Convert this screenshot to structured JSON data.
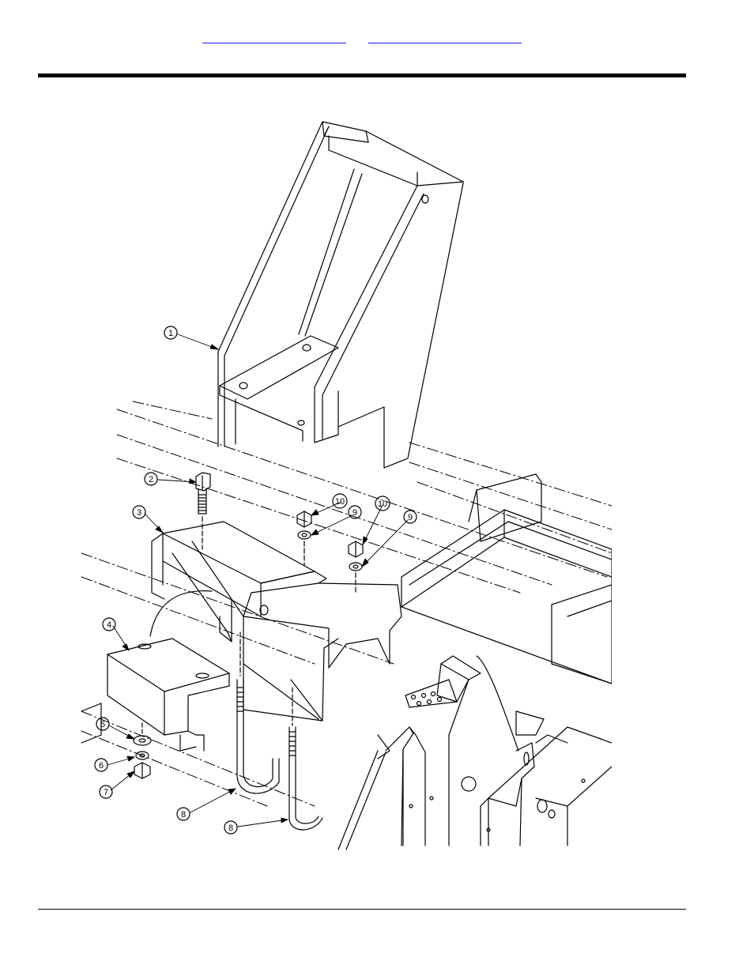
{
  "header": {
    "nav_links": [
      "",
      ""
    ]
  },
  "diagram": {
    "callouts": [
      {
        "id": "1",
        "label": "1"
      },
      {
        "id": "2",
        "label": "2"
      },
      {
        "id": "3",
        "label": "3"
      },
      {
        "id": "4",
        "label": "4"
      },
      {
        "id": "5",
        "label": "5"
      },
      {
        "id": "6",
        "label": "6"
      },
      {
        "id": "7",
        "label": "7"
      },
      {
        "id": "8a",
        "label": "8"
      },
      {
        "id": "8b",
        "label": "8"
      },
      {
        "id": "9a",
        "label": "9"
      },
      {
        "id": "9b",
        "label": "9"
      },
      {
        "id": "10a",
        "label": "10"
      },
      {
        "id": "10b",
        "label": "10"
      }
    ]
  }
}
